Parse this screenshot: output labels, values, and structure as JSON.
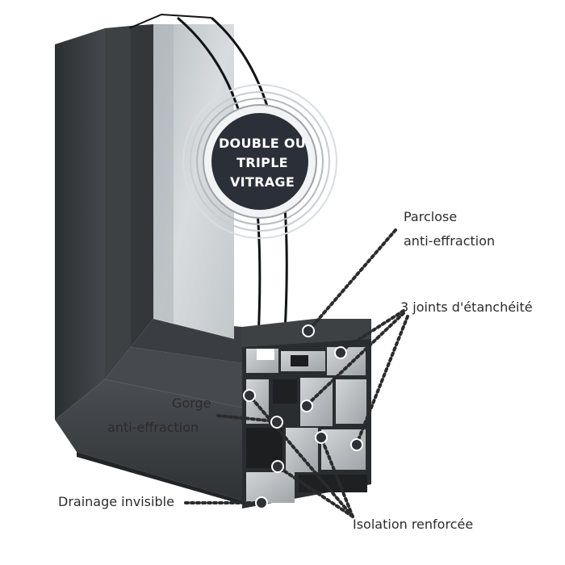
{
  "badge": {
    "line1": "DOUBLE OU",
    "line2": "TRIPLE",
    "line3": "VITRAGE"
  },
  "labels": {
    "parclose_line1": "Parclose",
    "parclose_line2": "anti-effraction",
    "joints": "3 joints d'étanchéité",
    "gorge_line1": "Gorge",
    "gorge_line2": "anti-effraction",
    "drainage": "Drainage invisible",
    "isolation": "Isolation renforcée"
  },
  "colors": {
    "frame": "#3a3d40",
    "frame_dark": "#2a2c2f",
    "glass": "#c9cfd2",
    "badge": "#2b2f38",
    "aluminium": "#bfc3c6",
    "leader": "#2b2b2b"
  }
}
